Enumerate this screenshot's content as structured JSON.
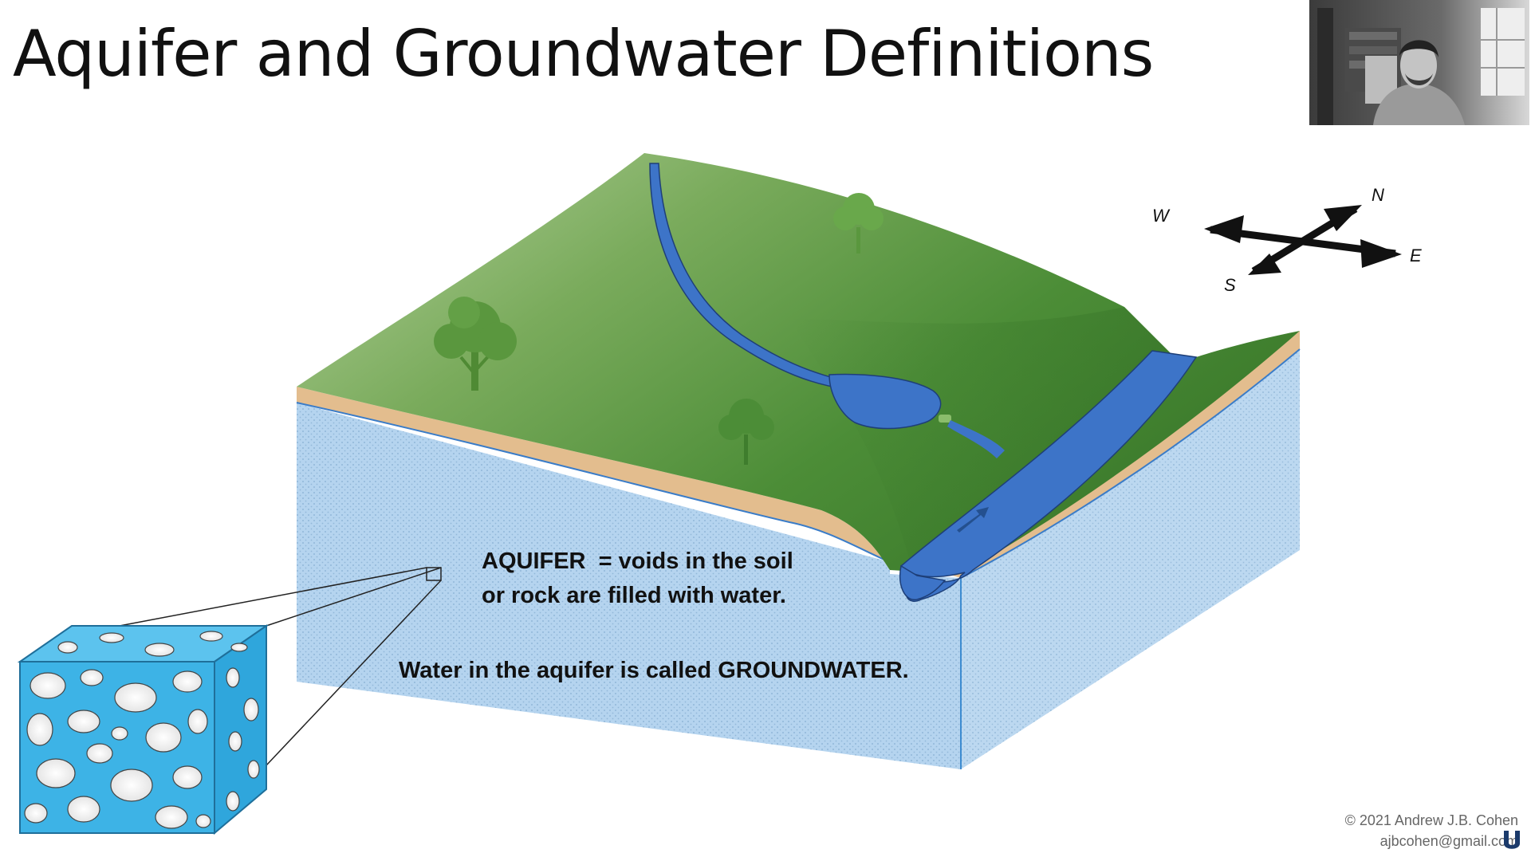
{
  "slide": {
    "title": "Aquifer and Groundwater Definitions"
  },
  "diagram": {
    "compass": {
      "n": "N",
      "e": "E",
      "s": "S",
      "w": "W"
    },
    "aquifer_definition": {
      "line1": "AQUIFER  = voids in the soil",
      "line2": "or rock are filled with water."
    },
    "groundwater_definition": "Water in the aquifer is called GROUNDWATER."
  },
  "footer": {
    "copyright_line1": "© 2021 Andrew J.B. Cohen",
    "copyright_line2": "ajbcohen@gmail.com"
  },
  "colors": {
    "grass_light": "#a7c98f",
    "grass_dark": "#3f7f2f",
    "soil": "#e3bd8e",
    "aquifer": "#b5d4ef",
    "water": "#3d74c8",
    "cube": "#3db3e6"
  }
}
